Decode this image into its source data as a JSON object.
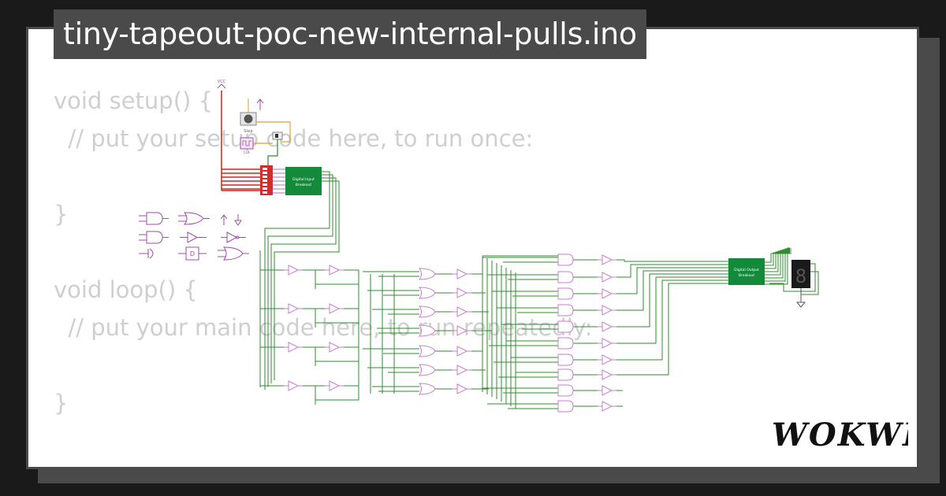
{
  "title": "tiny-tapeout-poc-new-internal-pulls.ino",
  "code_lines": [
    "void setup() {",
    "  // put your setup code here, to run once:",
    "",
    "}",
    "",
    "void loop() {",
    "  // put your main code here, to run repeatedly:",
    "",
    "}"
  ],
  "diagram": {
    "vcc_label": "VCC",
    "button_label": "Step",
    "clock_label": "CLK",
    "input_breakout": {
      "line1": "Digital Input",
      "line2": "Breakout"
    },
    "output_breakout": {
      "line1": "Digital Output",
      "line2": "Breakout"
    },
    "flipflop_label": "D",
    "display_digit": "8"
  },
  "brand": "WOKWI",
  "colors": {
    "wire_green": "#2e8b2e",
    "wire_red": "#d42020",
    "gate_purple": "#c77dcc",
    "breakout_green": "#138a3a",
    "code_gray": "#cfcfcf",
    "title_bg": "#4a4a4a"
  }
}
